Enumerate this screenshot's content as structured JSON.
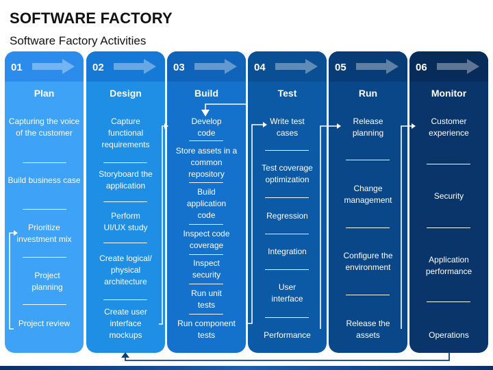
{
  "title": "SOFTWARE FACTORY",
  "subtitle": "Software Factory Activities",
  "columns": [
    {
      "number": "01",
      "name": "Plan",
      "color": "#3ea2f7",
      "header_color": "#2b8cec",
      "items": [
        "Capturing the voice of the customer",
        "Build business case",
        "Prioritize investment mix",
        "Project planning",
        "Project review"
      ]
    },
    {
      "number": "02",
      "name": "Design",
      "color": "#1f8fe6",
      "header_color": "#1679d6",
      "items": [
        "Capture functional requirements",
        "Storyboard the application",
        "Perform UI/UX study",
        "Create logical/ physical architecture",
        "Create user interface mockups"
      ]
    },
    {
      "number": "03",
      "name": "Build",
      "color": "#1472cc",
      "header_color": "#0f63b8",
      "items": [
        "Develop code",
        "Store assets in a common repository",
        "Build application code",
        "Inspect code coverage",
        "Inspect security",
        "Run unit tests",
        "Run component tests"
      ]
    },
    {
      "number": "04",
      "name": "Test",
      "color": "#0c5aa6",
      "header_color": "#0a4e93",
      "items": [
        "Write test cases",
        "Test coverage optimization",
        "Regression",
        "Integration",
        "User interface",
        "Performance"
      ]
    },
    {
      "number": "05",
      "name": "Run",
      "color": "#0a4788",
      "header_color": "#083c76",
      "items": [
        "Release planning",
        "Change management",
        "Configure the environment",
        "Release the assets"
      ]
    },
    {
      "number": "06",
      "name": "Monitor",
      "color": "#0a356a",
      "header_color": "#082c5a",
      "items": [
        "Customer experience",
        "Security",
        "Application performance",
        "Operations"
      ]
    }
  ]
}
